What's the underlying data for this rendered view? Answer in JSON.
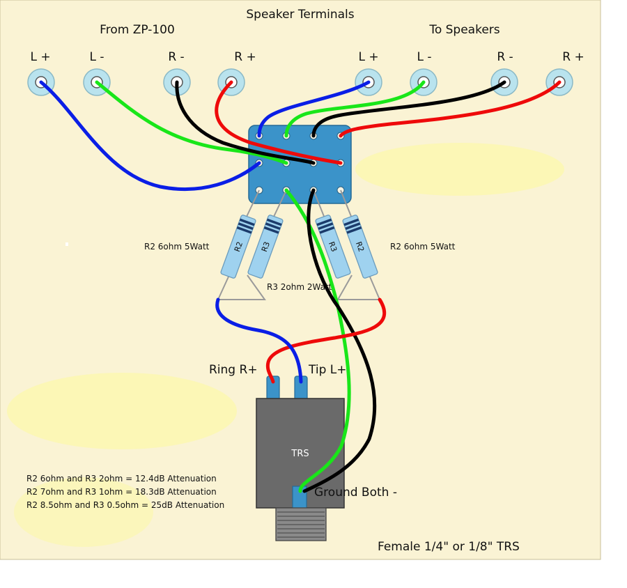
{
  "title": "Speaker Terminals",
  "groups": {
    "source": "From ZP-100",
    "dest": "To Speakers"
  },
  "terminals": [
    "L +",
    "L -",
    "R -",
    "R +",
    "L +",
    "L -",
    "R -",
    "R +"
  ],
  "resistor_labels": {
    "left": "R2 6ohm 5Watt",
    "right": "R2 6ohm 5Watt",
    "middle": "R3 2ohm 2Watt",
    "body_r2": "R2",
    "body_r3": "R3"
  },
  "jack": {
    "ring": "Ring R+",
    "tip": "Tip L+",
    "ground": "Ground Both -",
    "body": "TRS",
    "caption": "Female 1/4\" or 1/8\" TRS"
  },
  "notes": [
    "R2 6ohm and R3 2ohm = 12.4dB Attenuation",
    "R2 7ohm and R3 1ohm = 18.3dB Attenuation",
    "R2 8.5ohm and R3 0.5ohm = 25dB Attenuation"
  ],
  "colors": {
    "board": "#faf3d4",
    "blue": "#0a1ee6",
    "green": "#19e619",
    "black": "#000000",
    "red": "#ee0a0a",
    "switch": "#3b93c9",
    "resistor": "#9fd2ef",
    "jack_body": "#6a6a6a"
  }
}
